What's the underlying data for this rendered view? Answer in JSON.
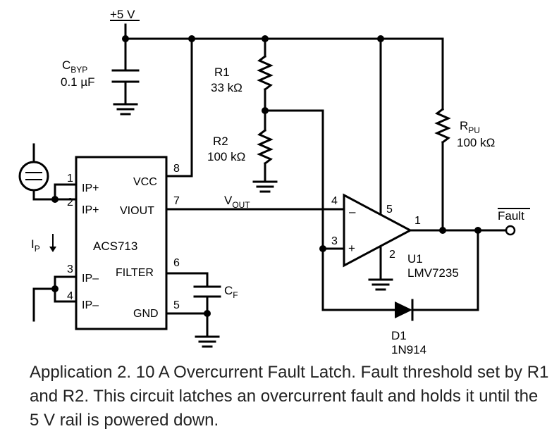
{
  "supply": {
    "label": "+5 V"
  },
  "cbyp": {
    "name_main": "C",
    "name_sub": "BYP",
    "value": "0.1 µF"
  },
  "r1": {
    "name": "R1",
    "value": "33 kΩ"
  },
  "r2": {
    "name": "R2",
    "value": "100 kΩ"
  },
  "rpu": {
    "name_main": "R",
    "name_sub": "PU",
    "value": "100 kΩ"
  },
  "ic": {
    "name": "ACS713",
    "pins": {
      "ip1": "IP+",
      "ip2": "IP+",
      "im3": "IP–",
      "im4": "IP–",
      "vcc": "VCC",
      "viout": "VIOUT",
      "filter": "FILTER",
      "gnd": "GND"
    },
    "pin_numbers": {
      "p1": "1",
      "p2": "2",
      "p3": "3",
      "p4": "4",
      "p5": "5",
      "p6": "6",
      "p7": "7",
      "p8": "8"
    }
  },
  "current": {
    "main": "I",
    "sub": "P"
  },
  "vout": {
    "main": "V",
    "sub": "OUT"
  },
  "cf": {
    "main": "C",
    "sub": "F"
  },
  "opamp": {
    "name": "U1",
    "part": "LMV7235",
    "minus": "–",
    "plus": "+",
    "pin_numbers": {
      "inv": "4",
      "noninv": "3",
      "vcc": "5",
      "gnd": "2",
      "out": "1"
    }
  },
  "diode": {
    "name": "D1",
    "part": "1N914"
  },
  "output": {
    "label": "Fault"
  },
  "caption": "Application 2. 10 A Overcurrent Fault Latch. Fault threshold set by R1 and R2. This circuit latches an overcurrent fault and holds it until the 5 V rail is powered down."
}
